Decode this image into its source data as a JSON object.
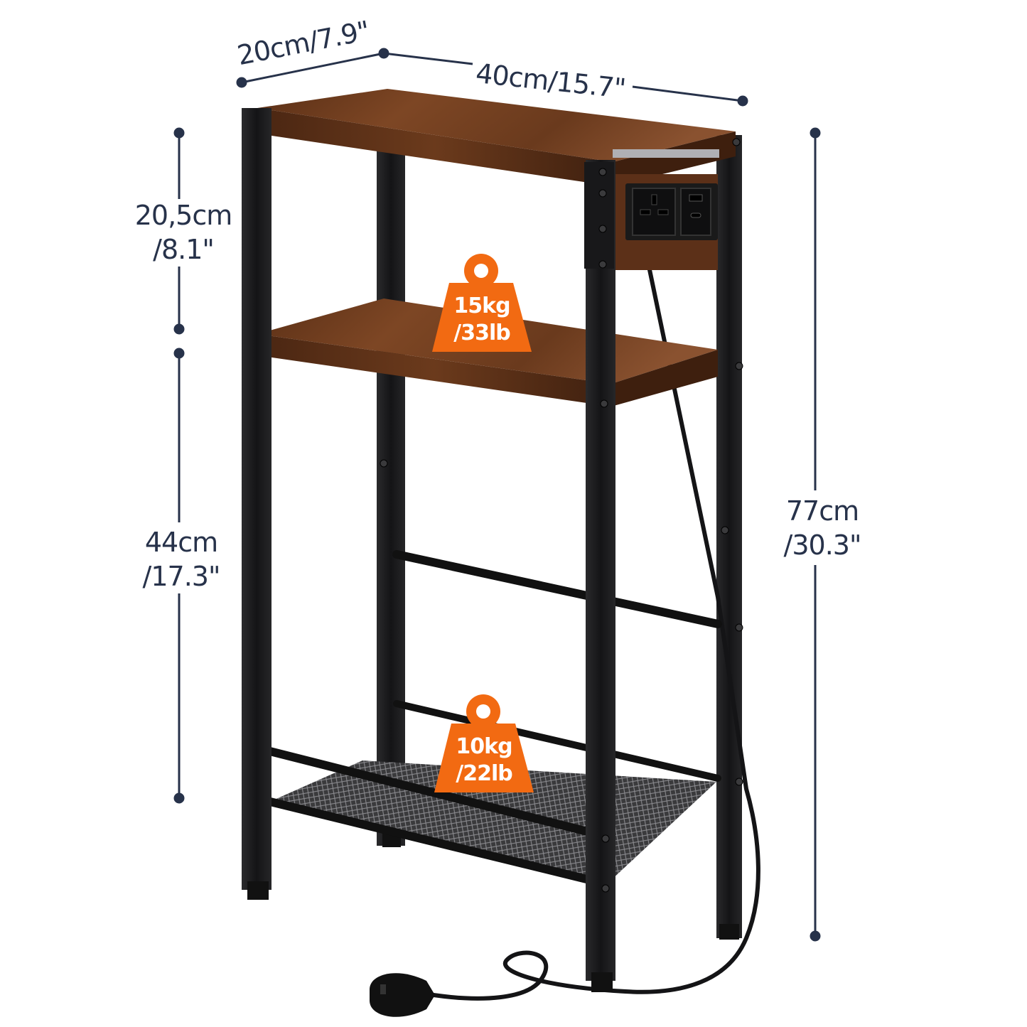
{
  "dimensions": {
    "depth": "20cm/7.9\"",
    "width": "40cm/15.7\"",
    "upper_gap_cm": "20,5cm",
    "upper_gap_in": "/8.1\"",
    "lower_gap_cm": "44cm",
    "lower_gap_in": "/17.3\"",
    "height_cm": "77cm",
    "height_in": "/30.3\""
  },
  "loads": {
    "middle_shelf_kg": "15kg",
    "middle_shelf_lb": "/33lb",
    "bottom_basket_kg": "10kg",
    "bottom_basket_lb": "/22lb"
  },
  "colors": {
    "frame": "#1c1c1e",
    "wood": "#6e3d1f",
    "wood_dark": "#4a2612",
    "badge": "#f26a12",
    "dimension_text": "#27324a"
  },
  "icons": {
    "weight": "weight-icon",
    "socket": "power-socket-icon",
    "usb": "usb-port-icon",
    "plug": "uk-plug-icon"
  }
}
